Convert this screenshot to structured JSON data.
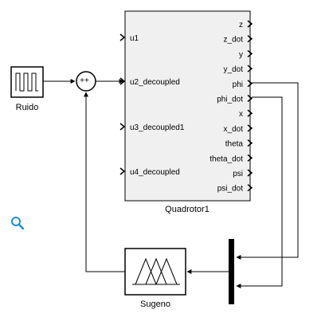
{
  "blocks": {
    "ruido": {
      "name": "Ruido"
    },
    "sum": {
      "signs": "++"
    },
    "quadrotor": {
      "name": "Quadrotor1",
      "inputs": [
        "u1",
        "u2_decoupled",
        "u3_decoupled1",
        "u4_decoupled"
      ],
      "outputs": [
        "z",
        "z_dot",
        "y",
        "y_dot",
        "phi",
        "phi_dot",
        "x",
        "x_dot",
        "theta",
        "theta_dot",
        "psi",
        "psi_dot"
      ]
    },
    "sugeno": {
      "name": "Sugeno"
    }
  },
  "icons": {
    "zoom": "magnifier-icon",
    "mux": "mux-bar"
  },
  "colors": {
    "line": "#000000",
    "block_fill": "#ffffff",
    "subsystem_fill": "#f0f0f0",
    "zoom_icon": "#1a8fe0"
  }
}
